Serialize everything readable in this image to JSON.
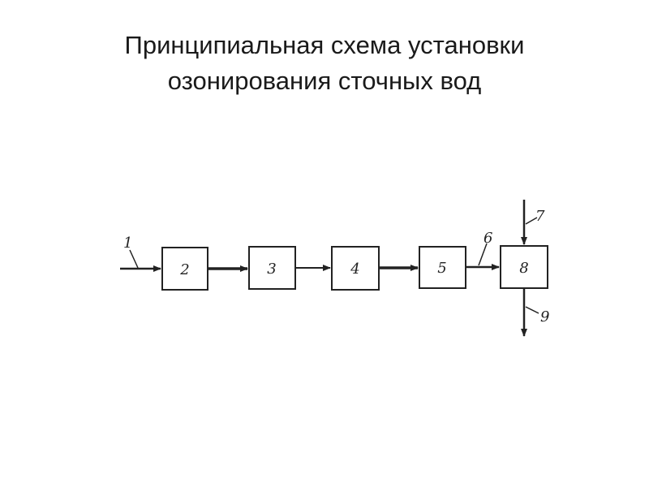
{
  "title": {
    "line1": "Принципиальная схема установки",
    "line2": "озонирования сточных вод"
  },
  "diagram": {
    "blocks": [
      "2",
      "3",
      "4",
      "5",
      "8"
    ],
    "flow_labels": {
      "input": "1",
      "to_block_8": "6",
      "top_input": "7",
      "output": "9"
    }
  }
}
